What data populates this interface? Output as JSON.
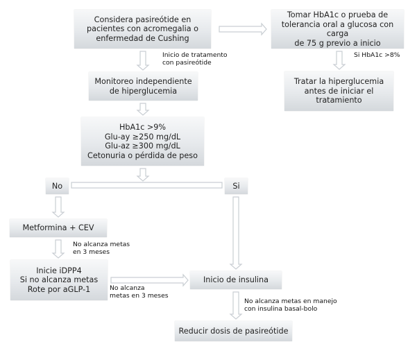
{
  "nodes": {
    "considera": "Considera pasireótide en\npacientes con acromegalia o\nenfermedad de Cushing",
    "tomar": "Tomar HbA1c o prueba de\ntolerancia oral a glucosa con carga\nde 75 g previo a inicio",
    "monitoreo": "Monitoreo independiente\nde hiperglucemia",
    "tratar": "Tratar la hiperglucemia\nantes de iniciar el\ntratamiento",
    "criterios": "HbA1c >9%\nGlu-ay ≥250 mg/dL\nGlu-az ≥300 mg/dL\nCetonuria o pérdida de peso",
    "no": "No",
    "si": "Si",
    "metformina": "Metformina + CEV",
    "idpp4": "Inicie iDPP4\nSi no alcanza metas\nRote por aGLP-1",
    "insulina": "Inicio de insulina",
    "reducir": "Reducir dosis de pasireótide"
  },
  "labels": {
    "inicio_tratamiento": "Inicio de tratamento\ncon pasireótide",
    "si_hba1c": "Si HbA1c >8%",
    "no_metas_1": "No alcanza metas\nen 3 meses",
    "no_metas_2": "No alcanza\nmetas en 3 meses",
    "no_metas_insulina": "No alcanza metas en manejo\ncon insulina basal-bolo"
  },
  "colors": {
    "arrow_stroke": "#c9ced3",
    "arrow_fill": "#ffffff"
  }
}
